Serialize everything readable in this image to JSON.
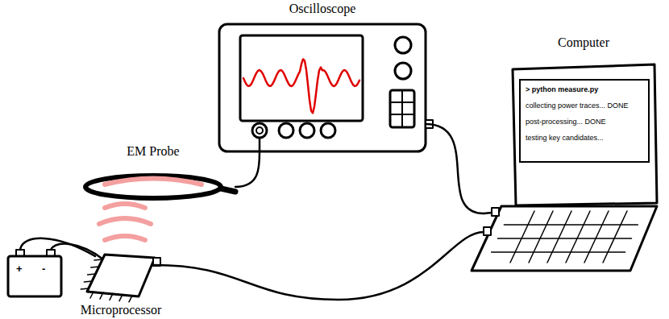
{
  "diagram": {
    "nodes": [
      {
        "text": [
          "Oscilloscope"
        ]
      },
      {
        "text": [
          "EM Probe"
        ]
      },
      {
        "text": [
          "Computer",
          "> python measure.py",
          "collecting power traces... DONE",
          "post-processing... DONE",
          "testing key candidates..."
        ]
      },
      {
        "text": [
          "Microprocessor"
        ]
      }
    ],
    "edges": [
      {
        "from": 1,
        "to": 0,
        "arrow": "none"
      },
      {
        "from": 0,
        "to": 2,
        "arrow": "none"
      },
      {
        "from": 3,
        "to": 2,
        "arrow": "none"
      }
    ],
    "labels": [
      "+",
      "-"
    ]
  }
}
